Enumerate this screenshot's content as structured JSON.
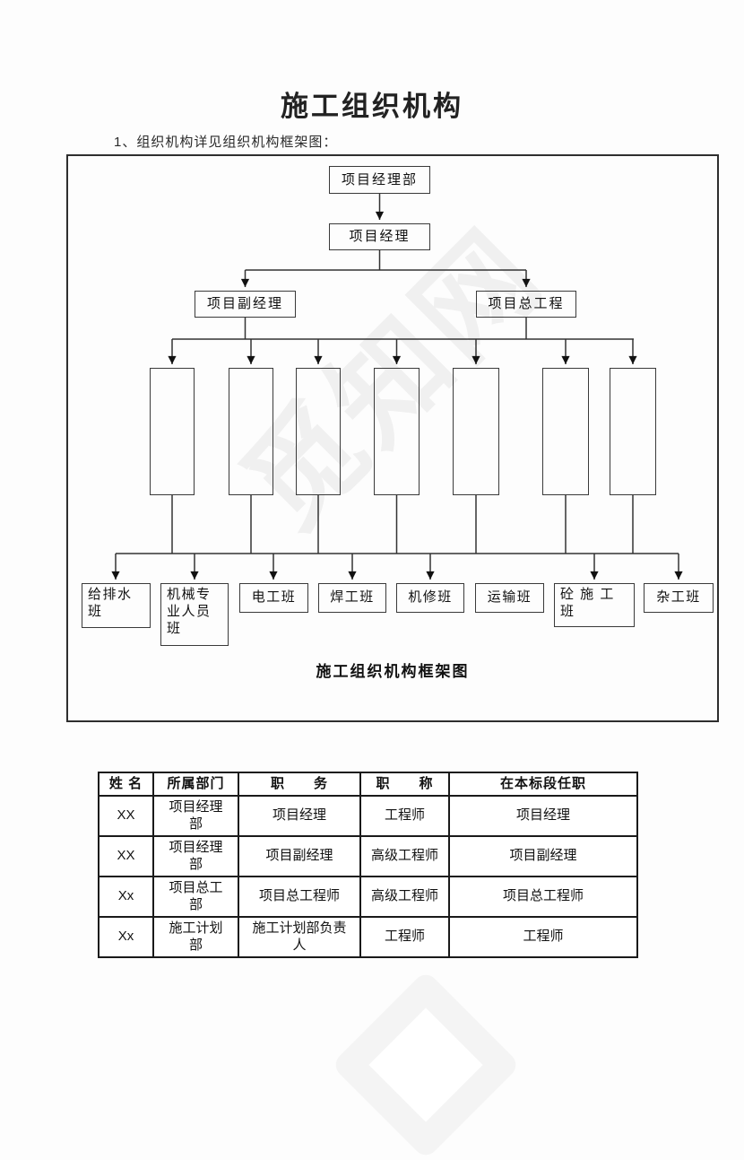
{
  "page": {
    "title": "施工组织机构",
    "subtitle": "1、组织机构详见组织机构框架图："
  },
  "watermark": {
    "text": "觅知网"
  },
  "org_chart": {
    "nodes": {
      "root": "项目经理部",
      "manager": "项目经理",
      "deputy": "项目副经理",
      "chief": "项目总工程"
    },
    "teams": [
      "给排水\n班",
      "机械专\n业人员\n班",
      "电工班",
      "焊工班",
      "机修班",
      "运输班",
      "砼 施 工\n班",
      "杂工班"
    ],
    "caption": "施工组织机构框架图"
  },
  "table": {
    "headers": [
      "姓 名",
      "所属部门",
      "职　　务",
      "职　　称",
      "在本标段任职"
    ],
    "rows": [
      [
        "XX",
        "项目经理\n部",
        "项目经理",
        "工程师",
        "项目经理"
      ],
      [
        "XX",
        "项目经理\n部",
        "项目副经理",
        "高级工程师",
        "项目副经理"
      ],
      [
        "Xx",
        "项目总工\n部",
        "项目总工程师",
        "高级工程师",
        "项目总工程师"
      ],
      [
        "Xx",
        "施工计划\n部",
        "施工计划部负责\n人",
        "工程师",
        "工程师"
      ]
    ]
  },
  "colors": {
    "line": "#333333",
    "arrow": "#111111",
    "border": "#3a3a3a",
    "watermark": "#f0f0f0"
  }
}
